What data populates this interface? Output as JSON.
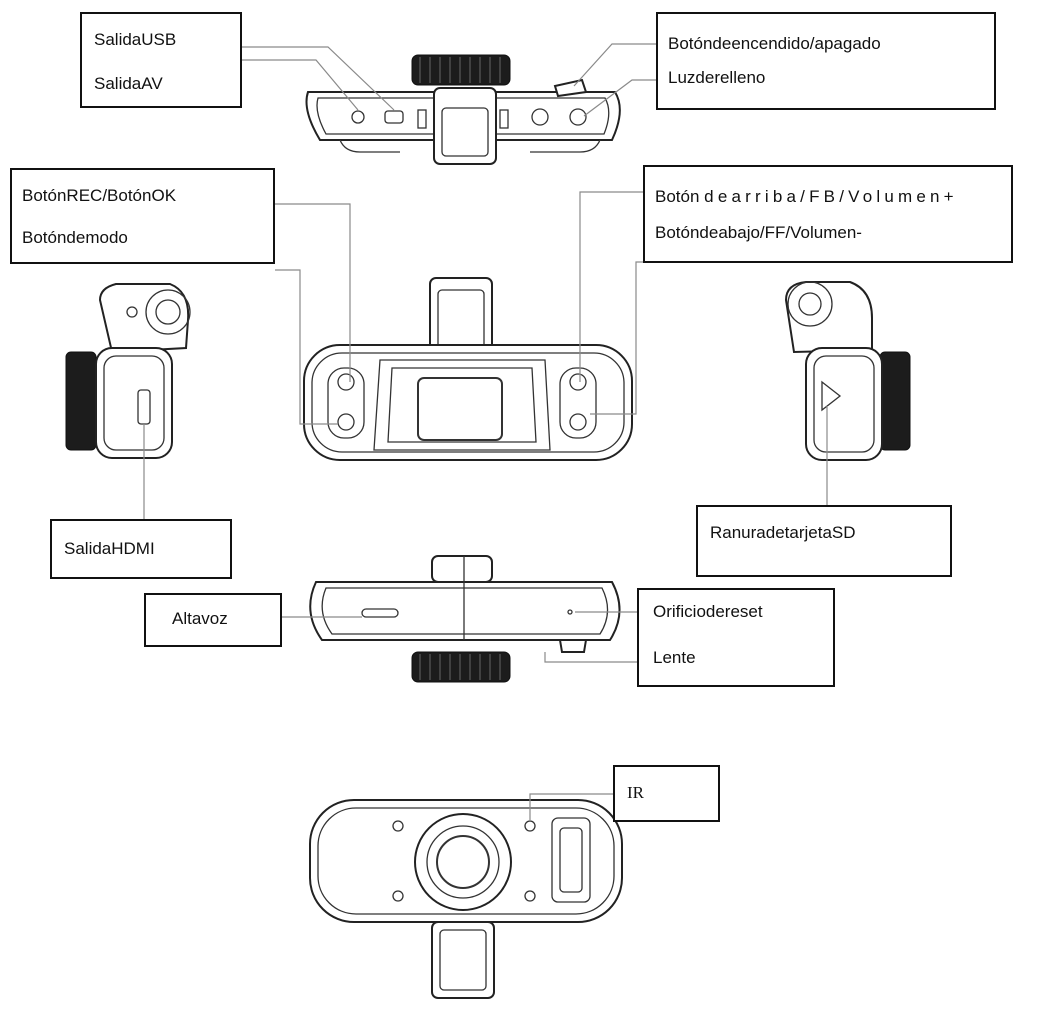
{
  "labels": {
    "usb_output": "SalidaUSB",
    "av_output": "SalidaAV",
    "power_button": "Botóndeencendido/apagado",
    "fill_light": "Luzderelleno",
    "rec_ok_button": "BotónREC/BotónOK",
    "mode_button": "Botóndemodo",
    "up_button_prefix": "Botón",
    "up_button_rest": "dearriba/FB/Volumen+",
    "down_button": "Botóndeabajo/FF/Volumen-",
    "hdmi_output": "SalidaHDMI",
    "sd_slot": "RanuradetarjetaSD",
    "speaker": "Altavoz",
    "reset_hole": "Orificiodereset",
    "lens": "Lente",
    "ir": "IR"
  },
  "colors": {
    "line": "#111111",
    "leader": "#8a8a8a",
    "dark_part": "#1c1c1c"
  }
}
